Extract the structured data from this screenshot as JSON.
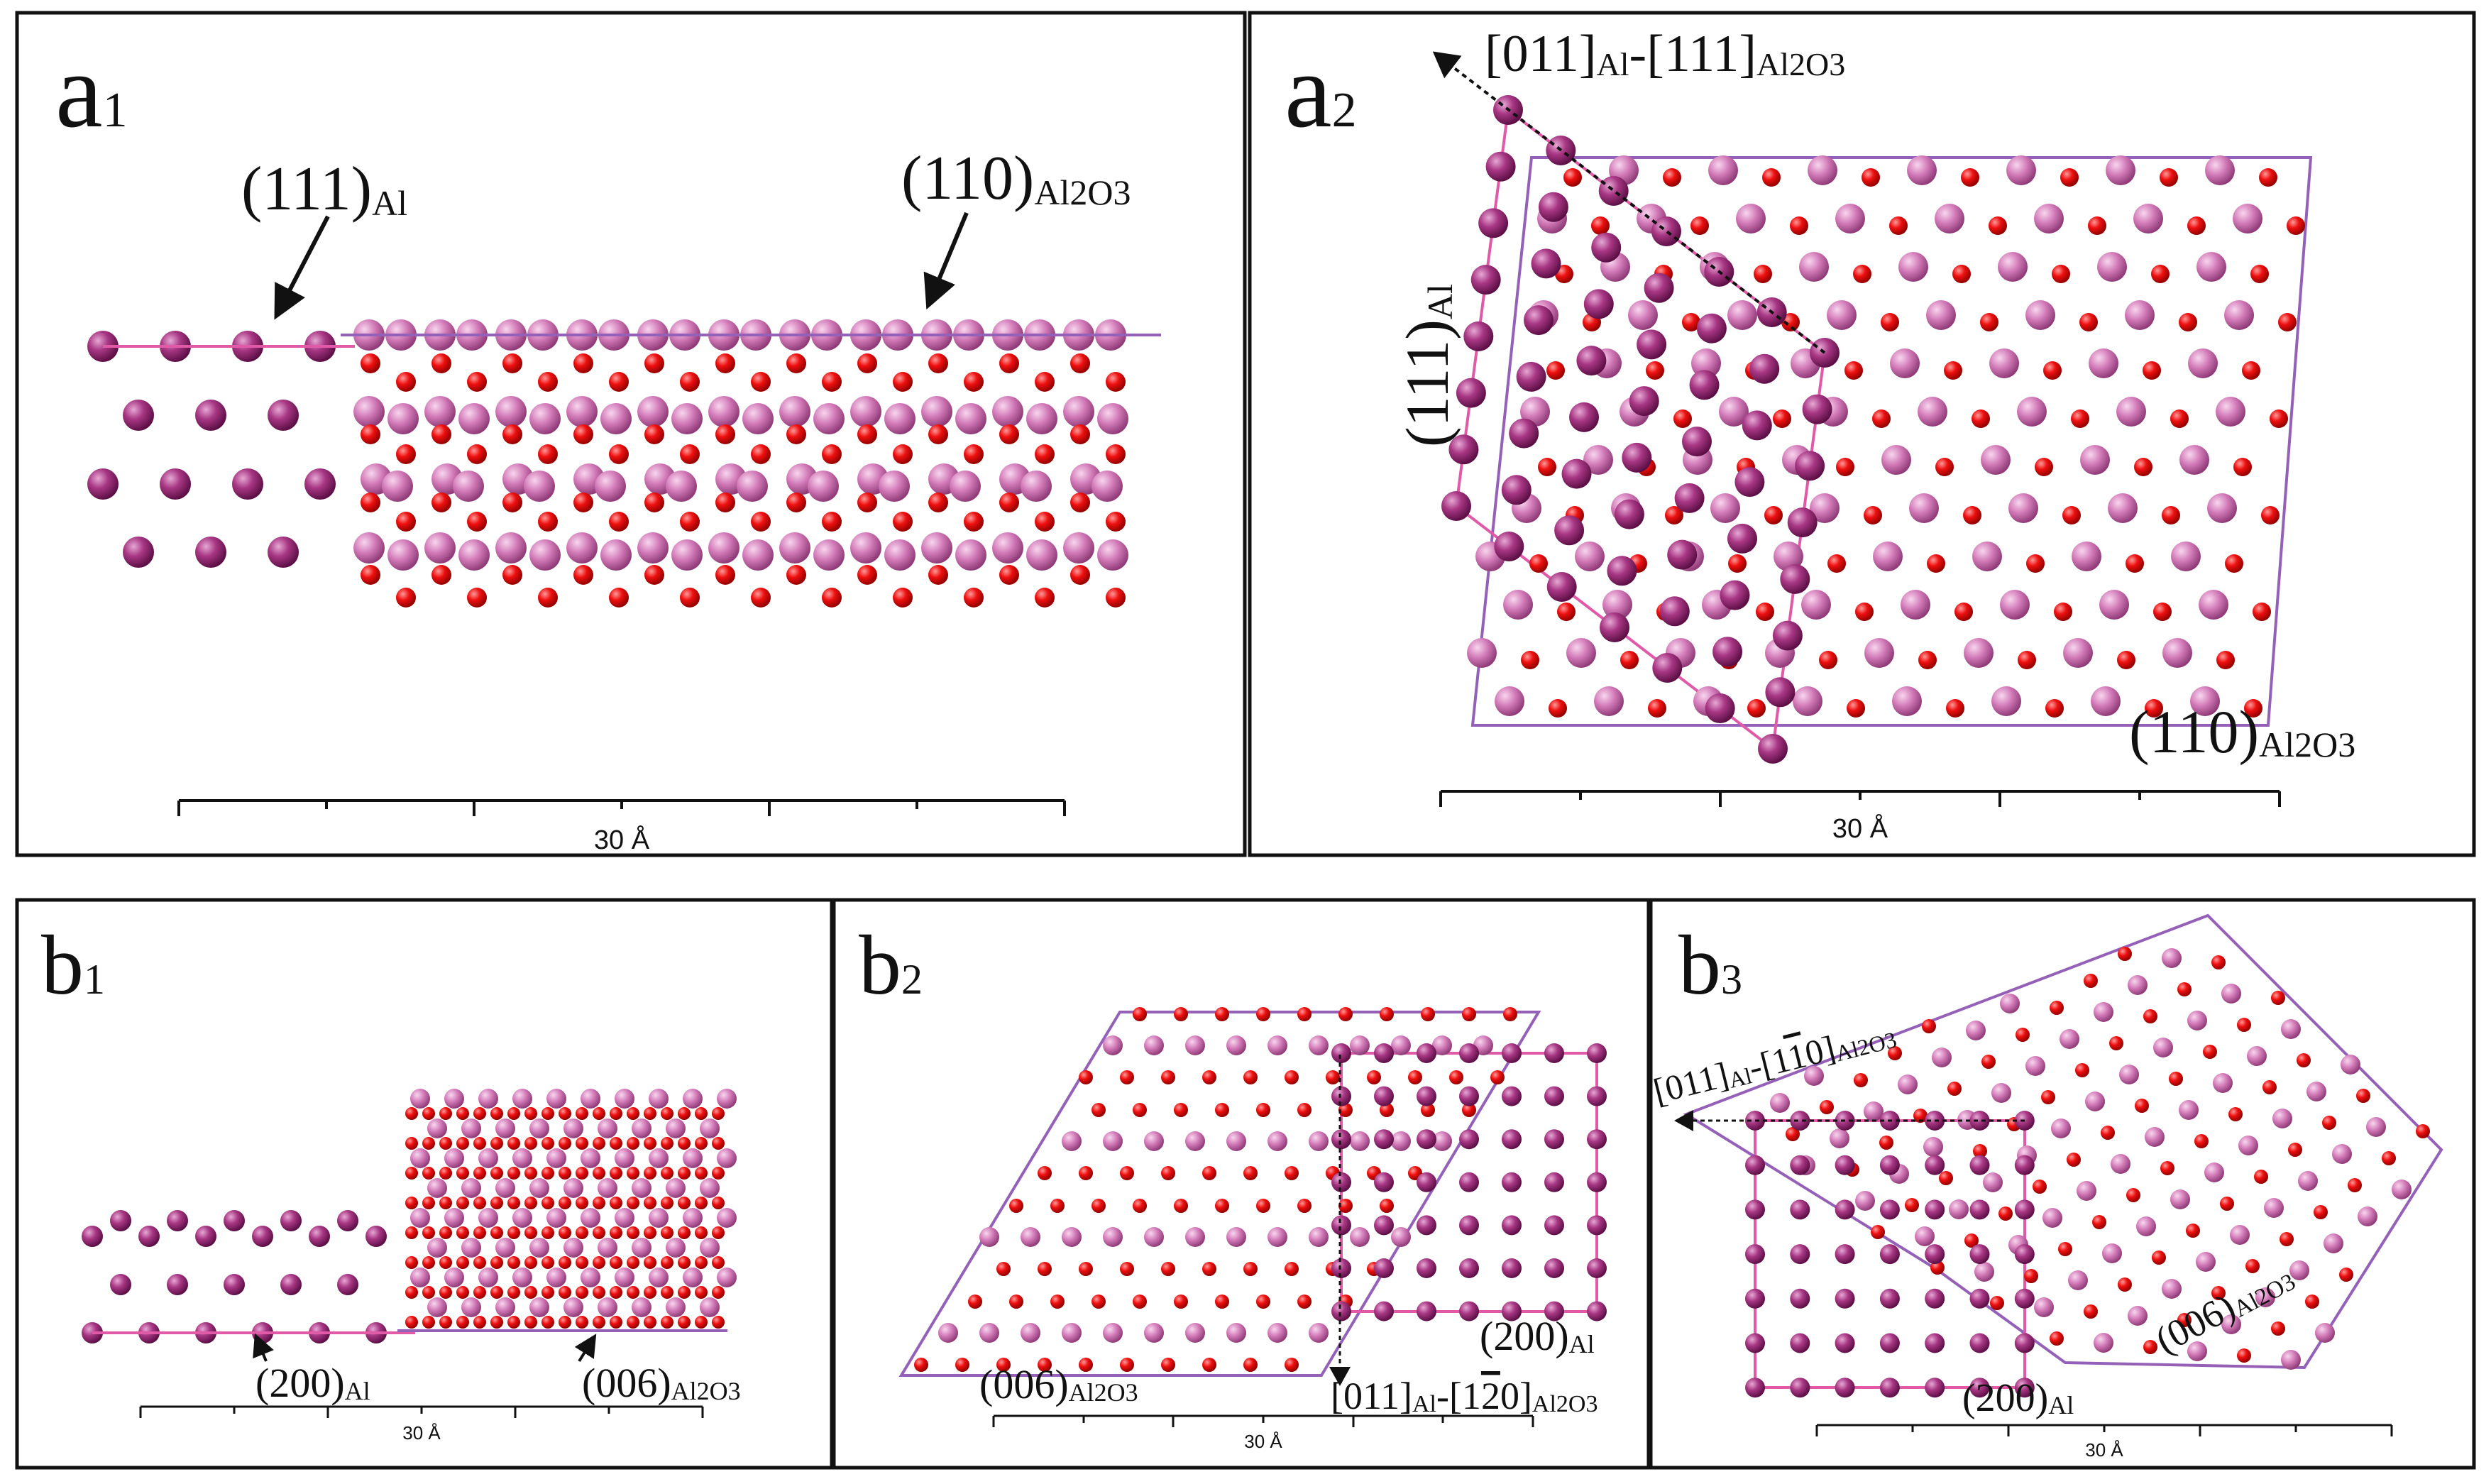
{
  "colors": {
    "aluminum": "#a0307a",
    "aluminum_in_oxide": "#cf6fb0",
    "oxygen": "#e00000",
    "al_boundary": "#e05aa8",
    "oxide_boundary": "#9460b8",
    "frame": "#111111"
  },
  "panels": {
    "a1": {
      "label_main": "a",
      "label_sub": "1",
      "labels": {
        "al_plane": {
          "main": "(111)",
          "sub": "Al"
        },
        "oxide_plane": {
          "main": "(110)",
          "sub": "Al2O3"
        }
      },
      "scale": "30 Å"
    },
    "a2": {
      "label_main": "a",
      "label_sub": "2",
      "labels": {
        "direction": {
          "p1": "[011]",
          "s1": "Al",
          "dash": "-",
          "p2": "[111]",
          "s2": "Al2O3"
        },
        "al_plane": {
          "main": "(111)",
          "sub": "Al"
        },
        "oxide_plane": {
          "main": "(110)",
          "sub": "Al2O3"
        }
      },
      "scale": "30 Å"
    },
    "b1": {
      "label_main": "b",
      "label_sub": "1",
      "labels": {
        "al_plane": {
          "main": "(200)",
          "sub": "Al"
        },
        "oxide_plane": {
          "main": "(006)",
          "sub": "Al2O3"
        }
      },
      "scale": "30 Å"
    },
    "b2": {
      "label_main": "b",
      "label_sub": "2",
      "labels": {
        "oxide_plane": {
          "main": "(006)",
          "sub": "Al2O3"
        },
        "al_plane": {
          "main": "(200)",
          "sub": "Al"
        },
        "direction": {
          "p1": "[011]",
          "s1": "Al",
          "dash": "-",
          "p2": "[1",
          "bar": "2",
          "p3": "0]",
          "s2": "Al2O3"
        }
      },
      "scale": "30 Å"
    },
    "b3": {
      "label_main": "b",
      "label_sub": "3",
      "labels": {
        "direction": {
          "p1": "[011]",
          "s1": "Al",
          "dash": "-",
          "p2": "[1",
          "bar": "1",
          "p3": "0]",
          "s2": "Al2O3"
        },
        "oxide_plane": {
          "main": "(006)",
          "sub": "Al2O3"
        },
        "al_plane": {
          "main": "(200)",
          "sub": "Al"
        }
      },
      "scale": "30 Å"
    }
  }
}
